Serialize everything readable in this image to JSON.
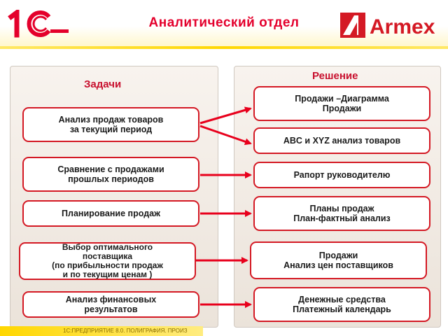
{
  "header": {
    "title": "Аналитический отдел",
    "logo_left": {
      "text": "1С",
      "name": "1c-logo",
      "color": "#e4002b"
    },
    "logo_right": {
      "text": "Armex",
      "name": "armex-logo",
      "color": "#d41924"
    }
  },
  "tasks": {
    "title": "Задачи",
    "items": [
      "Анализ продаж товаров\nза текущий период",
      "Сравнение с продажами\nпрошлых периодов",
      "Планирование продаж",
      "Выбор оптимального\nпоставщика\n(по прибыльности продаж\nи по текущим ценам )",
      "Анализ финансовых\nрезультатов"
    ]
  },
  "solutions": {
    "title": "Решение",
    "items": [
      "Продажи –Диаграмма\nПродажи",
      "ABC и XYZ анализ товаров",
      "Рапорт руководителю",
      "Планы продаж\nПлан-фактный анализ",
      "Продажи\nАнализ цен поставщиков",
      "Денежные средства\nПлатежный календарь"
    ]
  },
  "connections": [
    {
      "from": 0,
      "to": 0
    },
    {
      "from": 0,
      "to": 1
    },
    {
      "from": 1,
      "to": 2
    },
    {
      "from": 2,
      "to": 3
    },
    {
      "from": 3,
      "to": 4
    },
    {
      "from": 4,
      "to": 5
    }
  ],
  "footer": {
    "text": "1С:ПРЕДПРИЯТИЕ 8.0. ПОЛИГРАФИЯ. ПРОИЗ"
  },
  "colors": {
    "accent": "#d41924",
    "title": "#e4002b",
    "footer": "#ffd700"
  }
}
